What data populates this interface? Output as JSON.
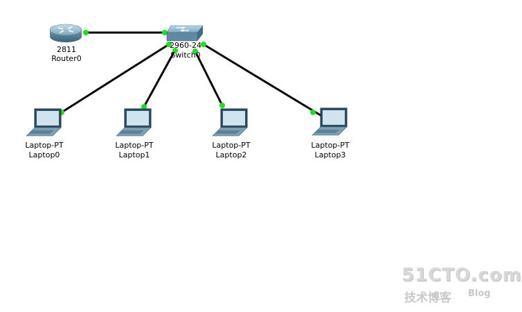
{
  "topology": {
    "router": {
      "model": "2811",
      "name": "Router0"
    },
    "switch": {
      "model": "2960-24",
      "name": "Switch0"
    },
    "laptops": [
      {
        "model": "Laptop-PT",
        "name": "Laptop0"
      },
      {
        "model": "Laptop-PT",
        "name": "Laptop1"
      },
      {
        "model": "Laptop-PT",
        "name": "Laptop2"
      },
      {
        "model": "Laptop-PT",
        "name": "Laptop3"
      }
    ],
    "link_color": "#000000",
    "port_status_color": "#22dd22"
  },
  "watermark": {
    "site": "51CTO.com",
    "chinese": "技术博客",
    "blog": "Blog"
  }
}
